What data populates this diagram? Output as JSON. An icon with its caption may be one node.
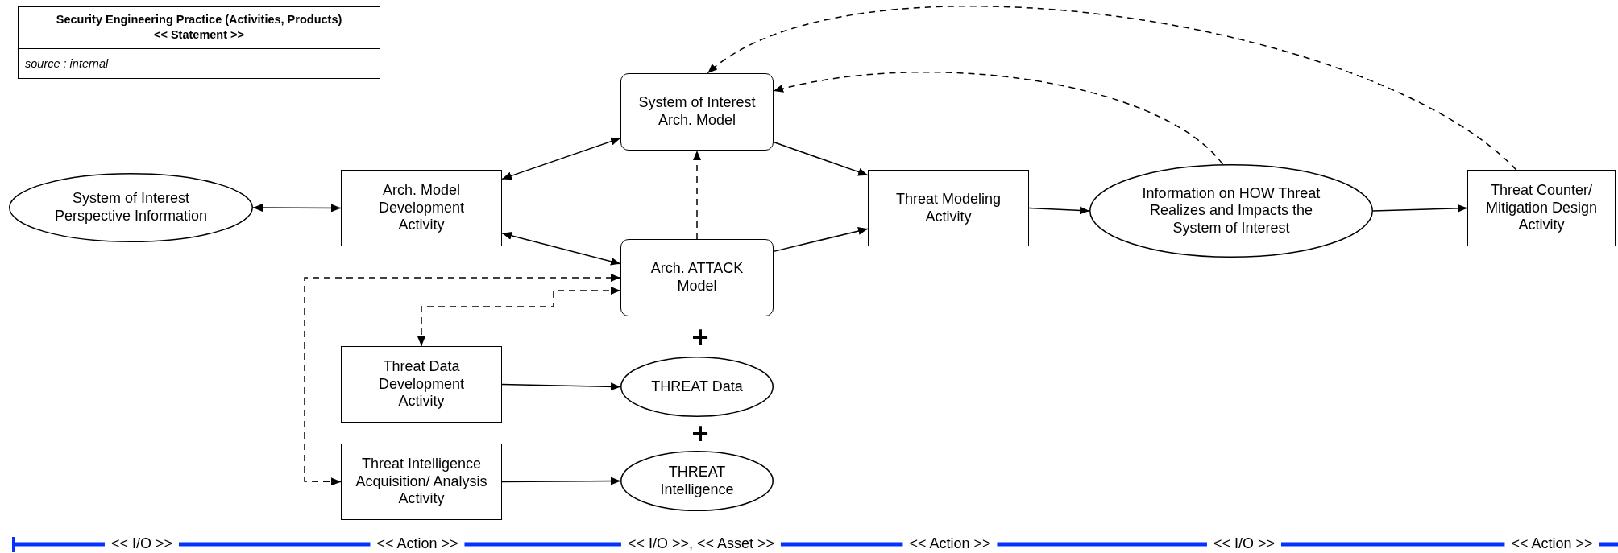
{
  "diagram": {
    "nodes": [
      {
        "text": [
          "Security Engineering Practice (Activities, Products)",
          "<< Statement >>",
          "source : internal"
        ]
      },
      {
        "text": [
          "System of Interest Perspective Information"
        ]
      },
      {
        "text": [
          "Arch. Model Development Activity"
        ]
      },
      {
        "text": [
          "System of Interest Arch. Model"
        ]
      },
      {
        "text": [
          "Threat Modeling Activity"
        ]
      },
      {
        "text": [
          "Information on HOW Threat Realizes and Impacts the System of Interest"
        ]
      },
      {
        "text": [
          "Threat Counter/ Mitigation Design Activity"
        ]
      },
      {
        "text": [
          "Arch. ATTACK Model"
        ]
      },
      {
        "text": [
          "Threat Data Development Activity"
        ]
      },
      {
        "text": [
          "THREAT Data"
        ]
      },
      {
        "text": [
          "Threat Intelligence Acquisition/ Analysis Activity"
        ]
      },
      {
        "text": [
          "THREAT Intelligence"
        ]
      }
    ],
    "edges": [
      {
        "from": 1,
        "to": 2,
        "arrow": "both"
      },
      {
        "from": 2,
        "to": 3,
        "arrow": "both"
      },
      {
        "from": 2,
        "to": 7,
        "arrow": "both"
      },
      {
        "from": 7,
        "to": 3,
        "arrow": "to",
        "style": "dashed"
      },
      {
        "from": 3,
        "to": 4,
        "arrow": "to"
      },
      {
        "from": 7,
        "to": 4,
        "arrow": "to"
      },
      {
        "from": 4,
        "to": 5,
        "arrow": "to"
      },
      {
        "from": 5,
        "to": 6,
        "arrow": "to"
      },
      {
        "from": 5,
        "to": 3,
        "arrow": "to",
        "style": "dashed"
      },
      {
        "from": 6,
        "to": 3,
        "arrow": "to",
        "style": "dashed"
      },
      {
        "from": 8,
        "to": 7,
        "arrow": "both",
        "style": "dashed"
      },
      {
        "from": 10,
        "to": 7,
        "arrow": "both",
        "style": "dashed"
      },
      {
        "from": 8,
        "to": 9,
        "arrow": "to"
      },
      {
        "from": 10,
        "to": 11,
        "arrow": "to"
      }
    ],
    "labels": [
      "+",
      "+",
      "<< I/O >>",
      "<< Action >>",
      "<< I/O >>, << Asset >>",
      "<< Action >>",
      "<< I/O >>",
      "<< Action >>"
    ]
  }
}
